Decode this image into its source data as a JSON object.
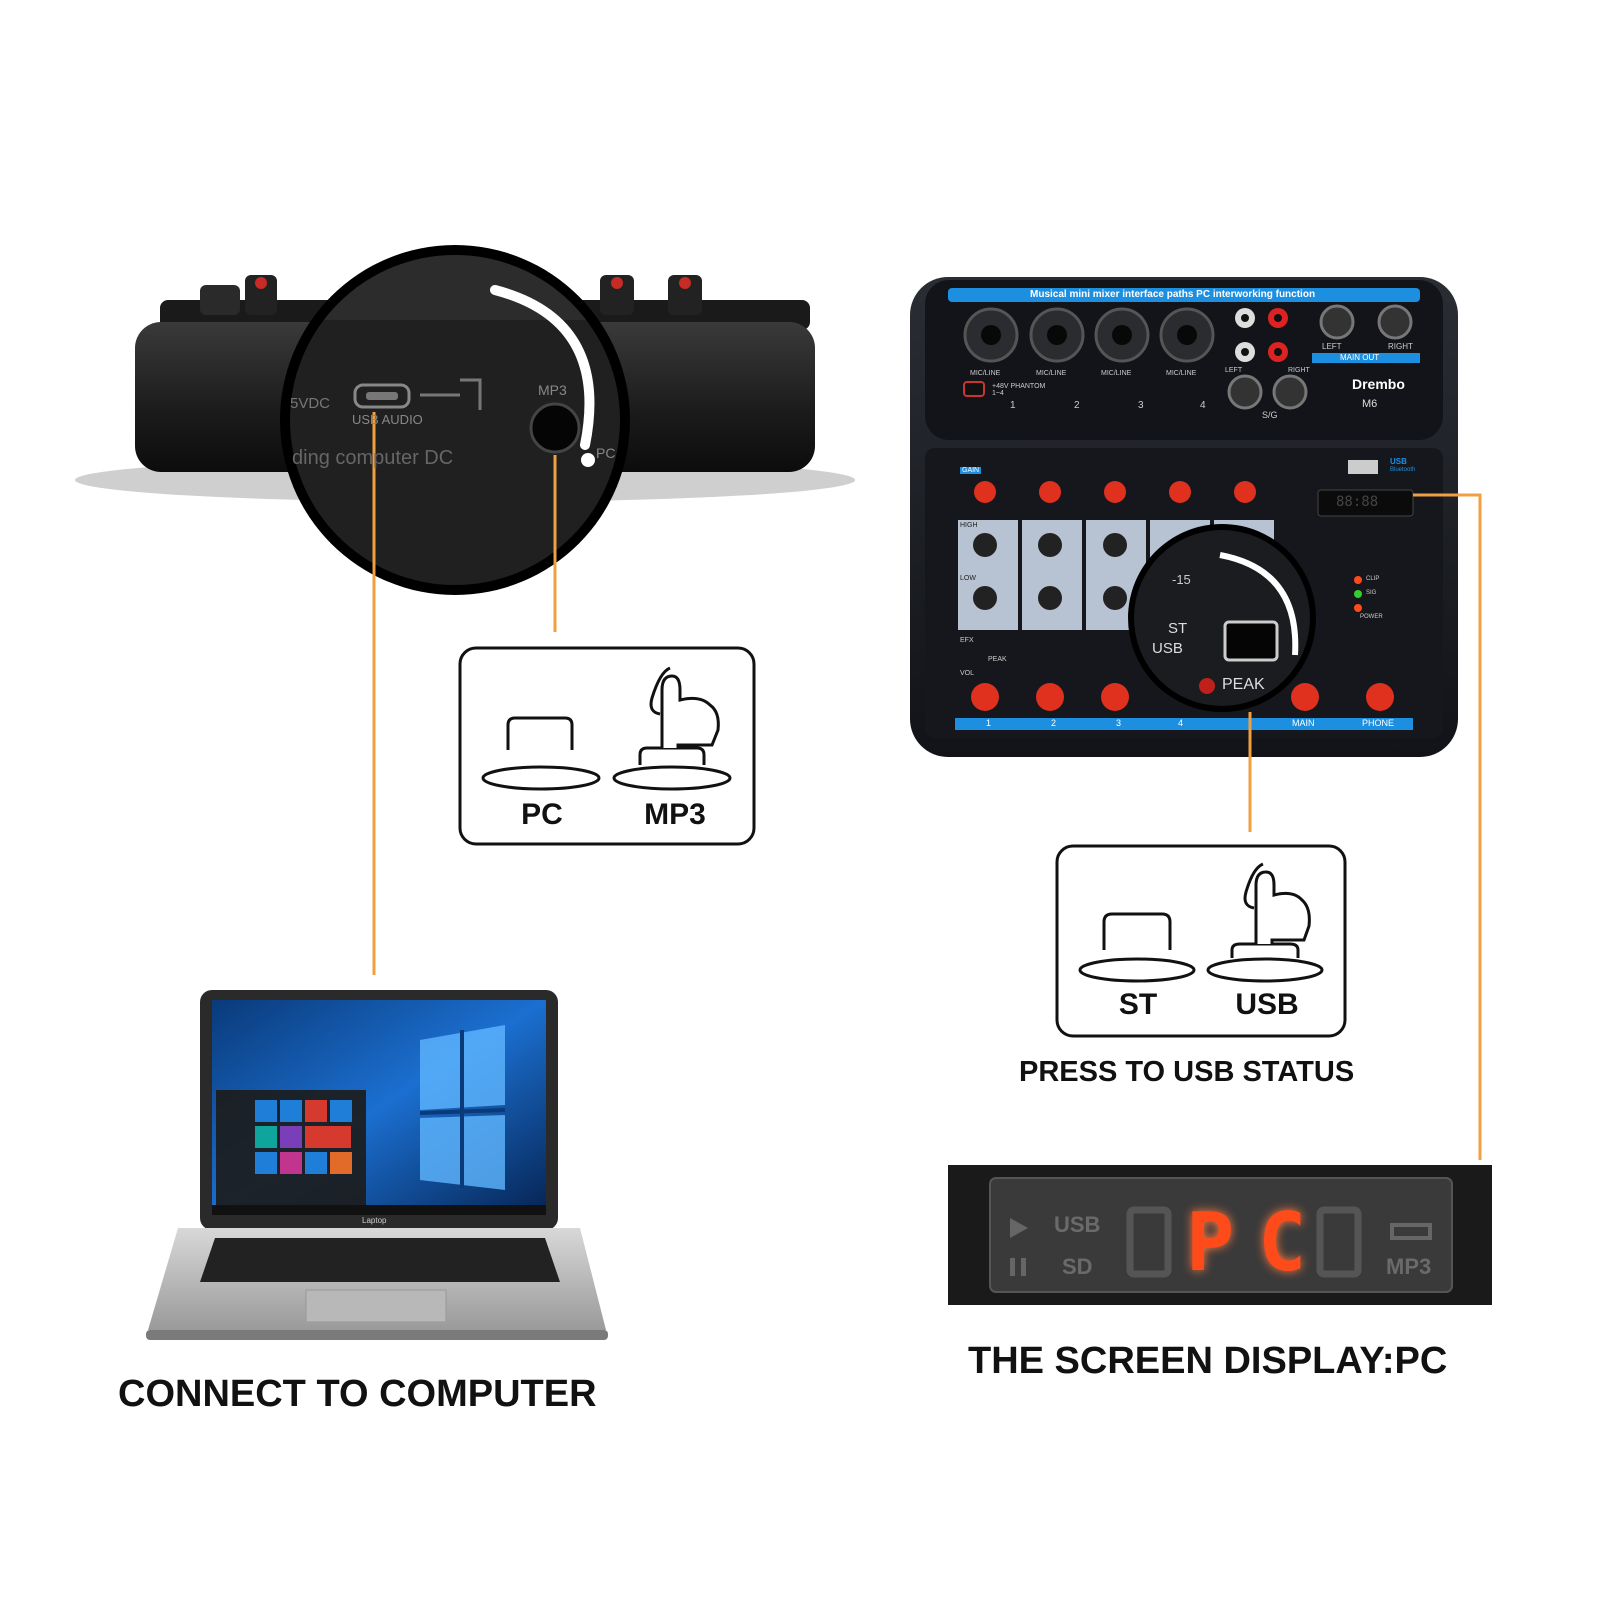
{
  "left_device": {
    "port_labels": {
      "power": "5VDC",
      "usb": "USB AUDIO",
      "switch": "MP3",
      "bottom_text": "ding computer DC",
      "pc_mark": "PC"
    }
  },
  "switch_box_left": {
    "option_a": "PC",
    "option_b": "MP3"
  },
  "mixer": {
    "banner": "Musical mini mixer interface paths PC interworking function",
    "brand": "Drembo",
    "model": "M6",
    "input_label": "MIC/LINE",
    "phantom_label": "+48V PHANTOM 1~4",
    "channels": [
      "1",
      "2",
      "3",
      "4"
    ],
    "main_out_left": "LEFT",
    "main_out_right": "RIGHT",
    "main_out_label": "MAIN OUT",
    "rca_left": "LEFT",
    "rca_right": "RIGHT",
    "rca_section": "S/G",
    "knob_labels": {
      "gain": "GAIN",
      "high": "HIGH",
      "low": "LOW",
      "efx": "EFX",
      "peak": "PEAK",
      "vol": "VOL"
    },
    "bottom_strip": [
      "1",
      "2",
      "3",
      "4",
      "MAIN",
      "PHONE"
    ],
    "usb_label": "USB",
    "usb_sub": "Bluetooth",
    "display_text": "88:88",
    "led_labels": [
      "CLIP",
      "SIG",
      "POWER"
    ],
    "magnifier": {
      "st": "ST",
      "usb": "USB",
      "peak": "PEAK",
      "scale": "-15"
    }
  },
  "switch_box_right": {
    "option_a": "ST",
    "option_b": "USB"
  },
  "captions": {
    "press_usb": "PRESS TO USB STATUS",
    "connect_computer": "CONNECT TO COMPUTER",
    "screen_display": "THE SCREEN DISPLAY:PC"
  },
  "display_panel": {
    "left_top": "USB",
    "left_bottom": "SD",
    "lit_chars": "PC",
    "right_label": "MP3"
  },
  "laptop": {
    "brand": "Laptop"
  },
  "colors": {
    "callout_orange": "#f0a040",
    "mixer_blue": "#1d8fe0",
    "led_red": "#ff4a1a",
    "knob_red": "#e0301e"
  }
}
